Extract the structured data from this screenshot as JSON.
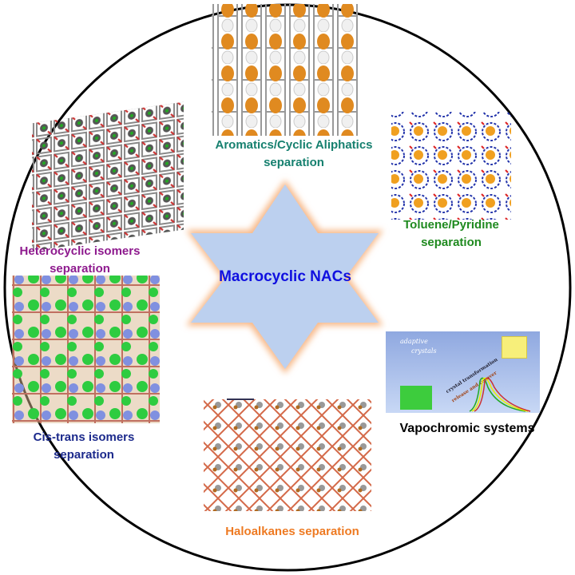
{
  "center": {
    "title": "Macrocyclic NACs"
  },
  "labels": {
    "aromatics": {
      "line1": "Aromatics/Cyclic Aliphatics",
      "line2": "separation"
    },
    "toluene": {
      "line1": "Toluene/Pyridine",
      "line2": "separation"
    },
    "heterocyclic": {
      "line1": "Heterocyclic isomers",
      "line2": "separation"
    },
    "cistrans": {
      "line1": "Cis-trans isomers",
      "line2": "separation"
    },
    "haloalkanes": {
      "line1": "Haloalkanes separation"
    },
    "vapochromic": {
      "line1": "Vapochromic systems"
    }
  },
  "inset": {
    "adaptive": "adaptive",
    "crystals": "crystals",
    "transform": "crystal transformation",
    "release": "release and recover"
  },
  "colors": {
    "aromatics": "#16806f",
    "toluene": "#1f8a1f",
    "heterocyclic": "#8e1a8e",
    "cistrans": "#1c2a8c",
    "haloalkanes": "#ee7a22",
    "center": "#1010e0"
  }
}
